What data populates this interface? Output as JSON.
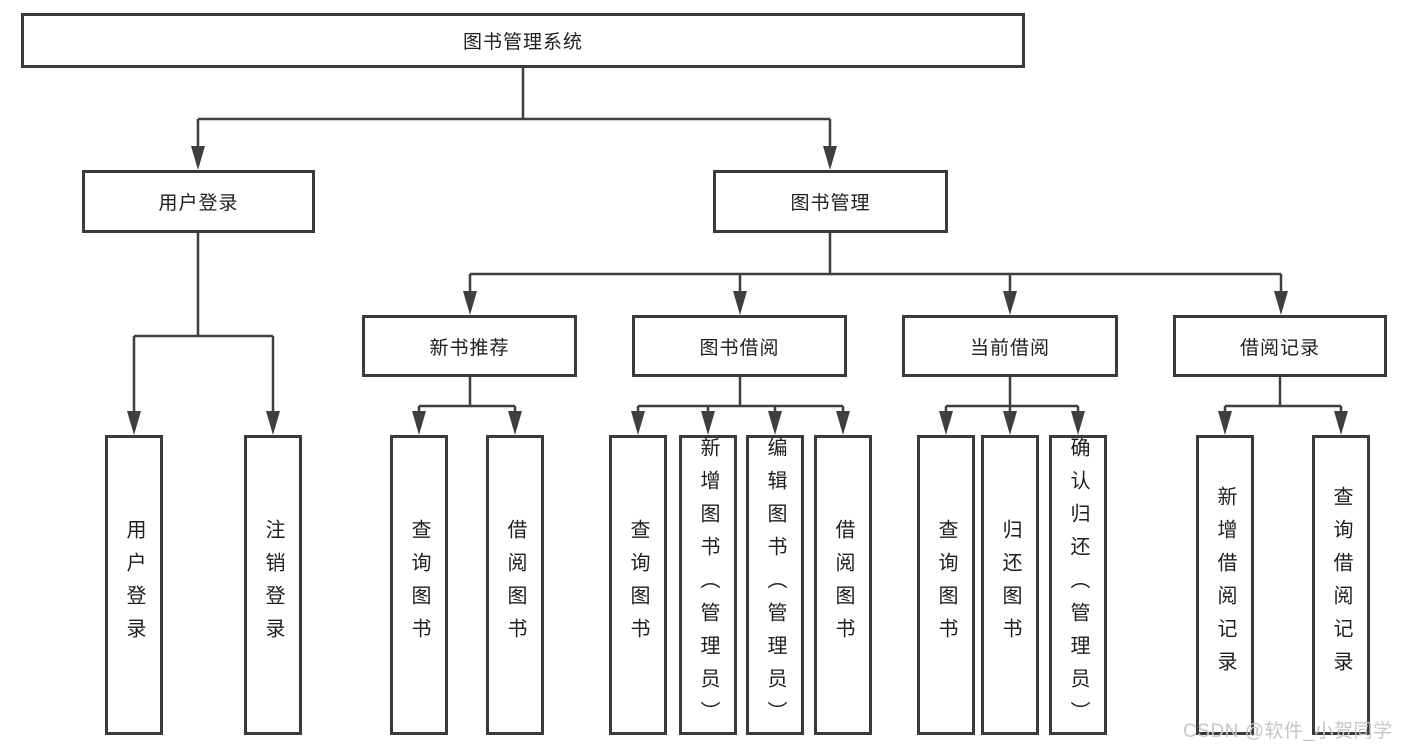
{
  "tree": {
    "label": "图书管理系统",
    "children": [
      {
        "label": "用户登录",
        "children": [
          {
            "label": "用户登录"
          },
          {
            "label": "注销登录"
          }
        ]
      },
      {
        "label": "图书管理",
        "children": [
          {
            "label": "新书推荐",
            "children": [
              {
                "label": "查询图书"
              },
              {
                "label": "借阅图书"
              }
            ]
          },
          {
            "label": "图书借阅",
            "children": [
              {
                "label": "查询图书"
              },
              {
                "label": "新增图书（管理员）"
              },
              {
                "label": "编辑图书（管理员）"
              },
              {
                "label": "借阅图书"
              }
            ]
          },
          {
            "label": "当前借阅",
            "children": [
              {
                "label": "查询图书"
              },
              {
                "label": "归还图书"
              },
              {
                "label": "确认归还（管理员）"
              }
            ]
          },
          {
            "label": "借阅记录",
            "children": [
              {
                "label": "新增借阅记录"
              },
              {
                "label": "查询借阅记录"
              }
            ]
          }
        ]
      }
    ]
  },
  "watermark": {
    "text": "CSDN @软件_小贺同学"
  },
  "colors": {
    "background": "#ffffff",
    "box_border": "#3a3a3a",
    "line": "#3f3f3f",
    "text": "#1e1e1e",
    "watermark": "#c6c6c6"
  }
}
